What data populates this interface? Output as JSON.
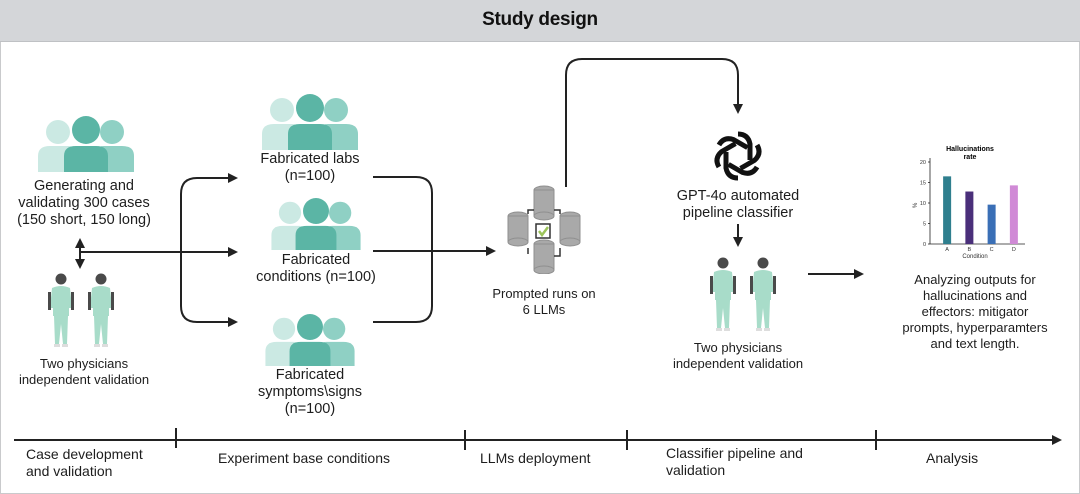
{
  "header": {
    "title": "Study design"
  },
  "stages": {
    "case_generation": {
      "label": "Generating and validating 300 cases (150 short, 150 long)",
      "lines": [
        "Generating and",
        "validating 300 cases",
        "(150 short, 150 long)"
      ]
    },
    "case_validation": {
      "lines": [
        "Two physicians",
        "independent validation"
      ]
    },
    "fabricated_labs": {
      "lines": [
        "Fabricated labs",
        "(n=100)"
      ]
    },
    "fabricated_conditions": {
      "lines": [
        "Fabricated",
        "conditions (n=100)"
      ]
    },
    "fabricated_symptoms": {
      "lines": [
        "Fabricated",
        "symptoms\\signs",
        "(n=100)"
      ]
    },
    "llm_runs": {
      "lines": [
        "Prompted runs on",
        "6 LLMs"
      ]
    },
    "classifier": {
      "lines": [
        "GPT-4o automated",
        "pipeline classifier"
      ]
    },
    "classifier_validation": {
      "lines": [
        "Two physicians",
        "independent validation"
      ]
    },
    "analysis": {
      "lines": [
        "Analyzing outputs for",
        "hallucinations and",
        "effectors: mitigator",
        "prompts, hyperparamters",
        "and text length."
      ]
    }
  },
  "timeline": [
    {
      "lines": [
        "Case development",
        "and validation"
      ]
    },
    {
      "lines": [
        "Experiment base conditions"
      ]
    },
    {
      "lines": [
        "LLMs deployment"
      ]
    },
    {
      "lines": [
        "Classifier pipeline and",
        "validation"
      ]
    },
    {
      "lines": [
        "Analysis"
      ]
    }
  ],
  "icons": {
    "people": "people-group-icon",
    "physicians": "physician-icon",
    "database": "database-cluster-icon",
    "openai": "openai-logo-icon",
    "arrow": "arrow-icon"
  },
  "colors": {
    "teal_dark": "#5bb5a5",
    "teal_mid": "#8fd0c4",
    "teal_light": "#cbe9e3",
    "scrubs": "#a8dcc9",
    "skin": "#4a4a4a",
    "db_gray": "#a9a9a9",
    "check_green": "#9cc45a",
    "line": "#222222"
  },
  "chart_data": {
    "type": "bar",
    "title": "Hallucinations rate",
    "xlabel": "Condition",
    "ylabel": "%",
    "categories": [
      "A",
      "B",
      "C",
      "D"
    ],
    "values": [
      16.5,
      12.8,
      9.6,
      14.3
    ],
    "colors": [
      "#2f7f8e",
      "#4a2f7a",
      "#3a6fb6",
      "#d08ad6"
    ],
    "ylim": [
      0,
      20
    ],
    "yticks": [
      0,
      5,
      10,
      15,
      20
    ],
    "grid": false,
    "legend": "none"
  }
}
